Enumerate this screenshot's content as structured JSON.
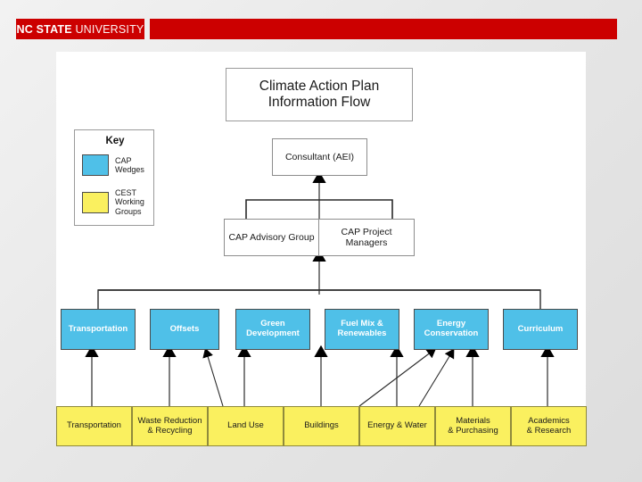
{
  "brand": {
    "bold_text": "NC STATE",
    "thin_text": "UNIVERSITY",
    "bar_color": "#cc0000"
  },
  "diagram": {
    "title_line1": "Climate Action Plan",
    "title_line2": "Information Flow",
    "consultant": "Consultant (AEI)",
    "advisory": "CAP Advisory Group",
    "managers": "CAP Project Managers"
  },
  "key": {
    "heading": "Key",
    "items": [
      {
        "color": "#4FC0E8",
        "label_line1": "CAP",
        "label_line2": "Wedges",
        "label_line3": ""
      },
      {
        "color": "#FAF05F",
        "label_line1": "CEST",
        "label_line2": "Working",
        "label_line3": "Groups"
      }
    ]
  },
  "cap_wedges": [
    {
      "line1": "Transportation",
      "line2": ""
    },
    {
      "line1": "Offsets",
      "line2": ""
    },
    {
      "line1": "Green",
      "line2": "Development"
    },
    {
      "line1": "Fuel Mix &",
      "line2": "Renewables"
    },
    {
      "line1": "Energy",
      "line2": "Conservation"
    },
    {
      "line1": "Curriculum",
      "line2": ""
    }
  ],
  "cest_groups": [
    {
      "line1": "Transportation",
      "line2": ""
    },
    {
      "line1": "Waste Reduction",
      "line2": "& Recycling"
    },
    {
      "line1": "Land Use",
      "line2": ""
    },
    {
      "line1": "Buildings",
      "line2": ""
    },
    {
      "line1": "Energy & Water",
      "line2": ""
    },
    {
      "line1": "Materials",
      "line2": "& Purchasing"
    },
    {
      "line1": "Academics",
      "line2": "& Research"
    }
  ],
  "colors": {
    "cap_blue": "#4FC0E8",
    "cest_yellow": "#FAF05F",
    "nc_red": "#cc0000",
    "canvas": "#ffffff"
  }
}
